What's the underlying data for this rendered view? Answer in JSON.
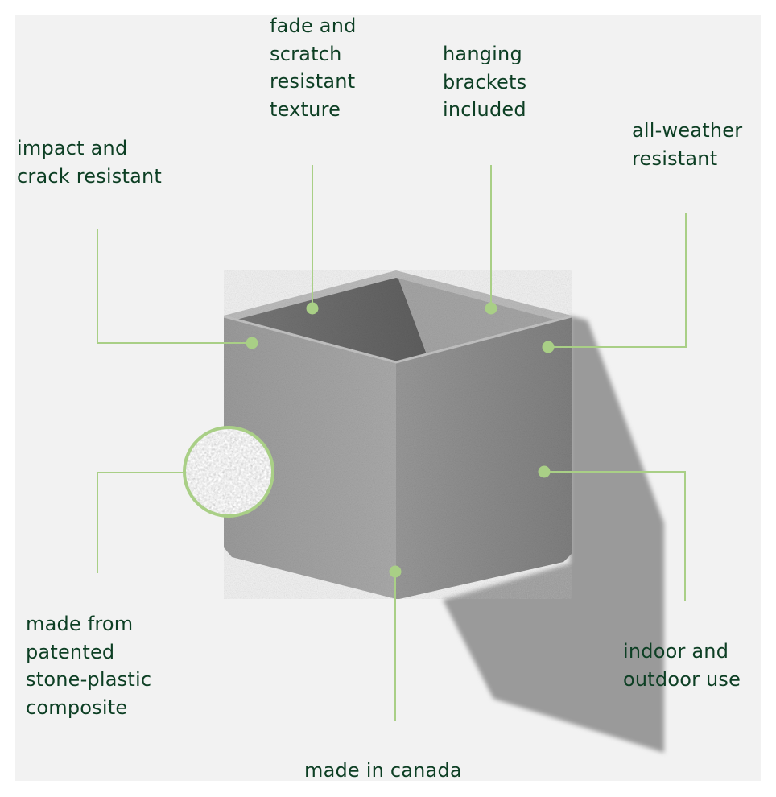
{
  "colors": {
    "background": "#ffffff",
    "panel": "#f2f2f2",
    "label_text": "#0d3f24",
    "accent_green": "#a9cf86",
    "cube_front_left": "#a3a3a3",
    "cube_front_right": "#8f8f8f",
    "cube_inner_back": "#6e6e6e",
    "cube_inner_side": "#a8a8a8",
    "shadow": "#9a9a9a"
  },
  "callouts": [
    {
      "id": "fade-scratch",
      "text": "fade and\nscratch\nresistant\ntexture"
    },
    {
      "id": "hanging-brackets",
      "text": "hanging\nbrackets\nincluded"
    },
    {
      "id": "impact-crack",
      "text": "impact and\ncrack resistant"
    },
    {
      "id": "all-weather",
      "text": "all-weather\nresistant"
    },
    {
      "id": "stone-plastic",
      "text": "made from\npatented\nstone-plastic\ncomposite"
    },
    {
      "id": "indoor-outdoor",
      "text": "indoor and\noutdoor use"
    },
    {
      "id": "made-in-canada",
      "text": "made in canada"
    }
  ],
  "icons": {
    "texture_swatch": "stone-texture-magnifier-icon",
    "callout_marker": "callout-dot-icon"
  }
}
